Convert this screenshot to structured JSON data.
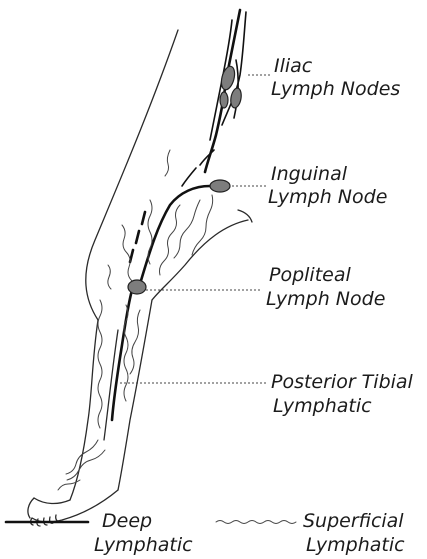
{
  "labels": {
    "iliac_line1": "Iliac",
    "iliac_line2": "Lymph Nodes",
    "inguinal_line1": "Inguinal",
    "inguinal_line2": "Lymph Node",
    "popliteal_line1": "Popliteal",
    "popliteal_line2": "Lymph Node",
    "tibial_line1": "Posterior Tibial",
    "tibial_line2": "Lymphatic"
  },
  "legend": {
    "deep_line1": "Deep",
    "deep_line2": "Lymphatic",
    "superficial_line1": "Superficial",
    "superficial_line2": "Lymphatic"
  },
  "colors": {
    "node_fill": "#7d7d7d",
    "line": "#111111"
  }
}
